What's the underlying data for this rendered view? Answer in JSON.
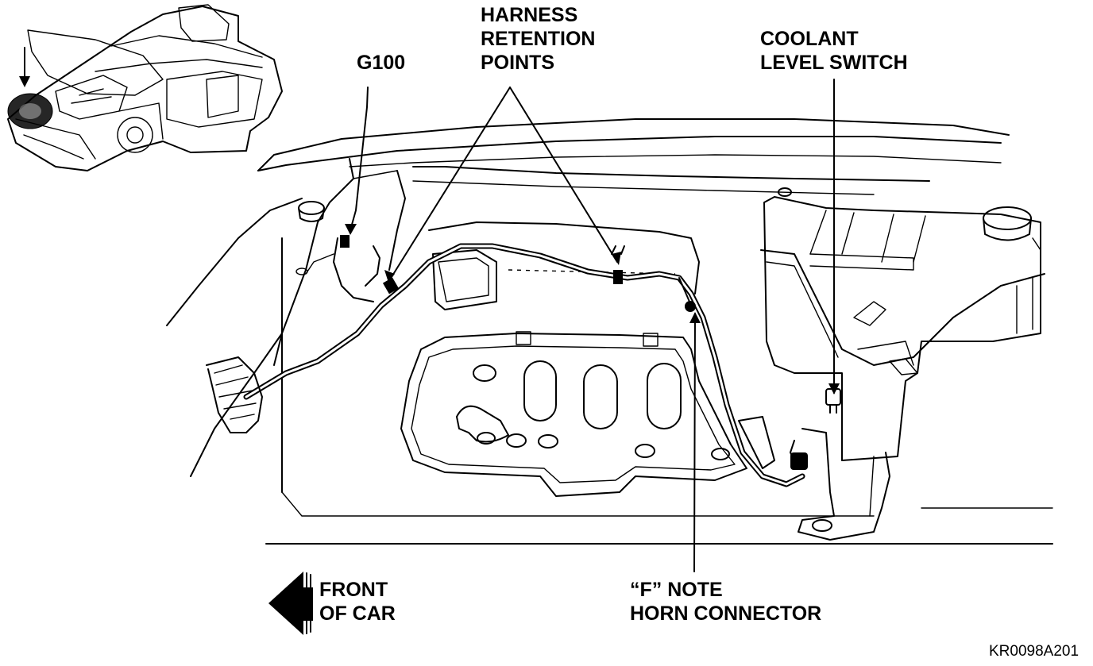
{
  "labels": {
    "harness_line1": "HARNESS",
    "harness_line2": "RETENTION",
    "harness_line3": "POINTS",
    "g100": "G100",
    "coolant_line1": "COOLANT",
    "coolant_line2": "LEVEL SWITCH",
    "front_line1": "FRONT",
    "front_line2": "OF CAR",
    "note_line1": "“F” NOTE",
    "note_line2": "HORN CONNECTOR",
    "figure_code": "KR0098A201"
  },
  "icons": {
    "direction": "left-arrow-icon"
  }
}
